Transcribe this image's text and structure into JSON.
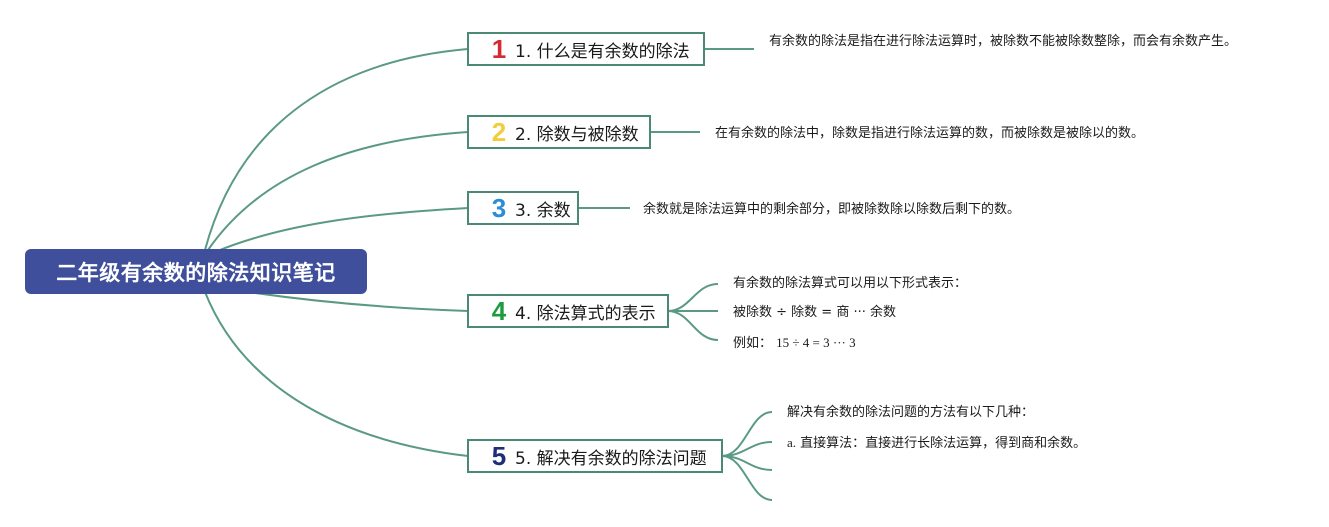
{
  "root": {
    "title": "二年级有余数的除法知识笔记"
  },
  "topics": [
    {
      "num": "1",
      "label": "1. 什么是有余数的除法",
      "color": "#d42a34"
    },
    {
      "num": "2",
      "label": "2. 除数与被除数",
      "color": "#f2cd3c"
    },
    {
      "num": "3",
      "label": "3. 余数",
      "color": "#2a8ed6"
    },
    {
      "num": "4",
      "label": "4. 除法算式的表示",
      "color": "#1e9b3f"
    },
    {
      "num": "5",
      "label": "5. 解决有余数的除法问题",
      "color": "#1e2f7a"
    }
  ],
  "notes": {
    "t1": "有余数的除法是指在进行除法运算时，被除数不能被除数整除，而会有余数产生。",
    "t2": "在有余数的除法中，除数是指进行除法运算的数，而被除数是被除以的数。",
    "t3": "余数就是除法运算中的剩余部分，即被除数除以除数后剩下的数。",
    "t4": [
      "有余数的除法算式可以用以下形式表示：",
      "被除数 ÷ 除数 = 商 ··· 余数",
      "例如：",
      "15 ÷ 4 = 3 ··· 3"
    ],
    "t5": [
      "解决有余数的除法问题的方法有以下几种：",
      "a.",
      "直接算法：直接进行长除法运算，得到商和余数。"
    ]
  },
  "colors": {
    "root": "#3f4f9c",
    "link": "#4a8a74"
  }
}
